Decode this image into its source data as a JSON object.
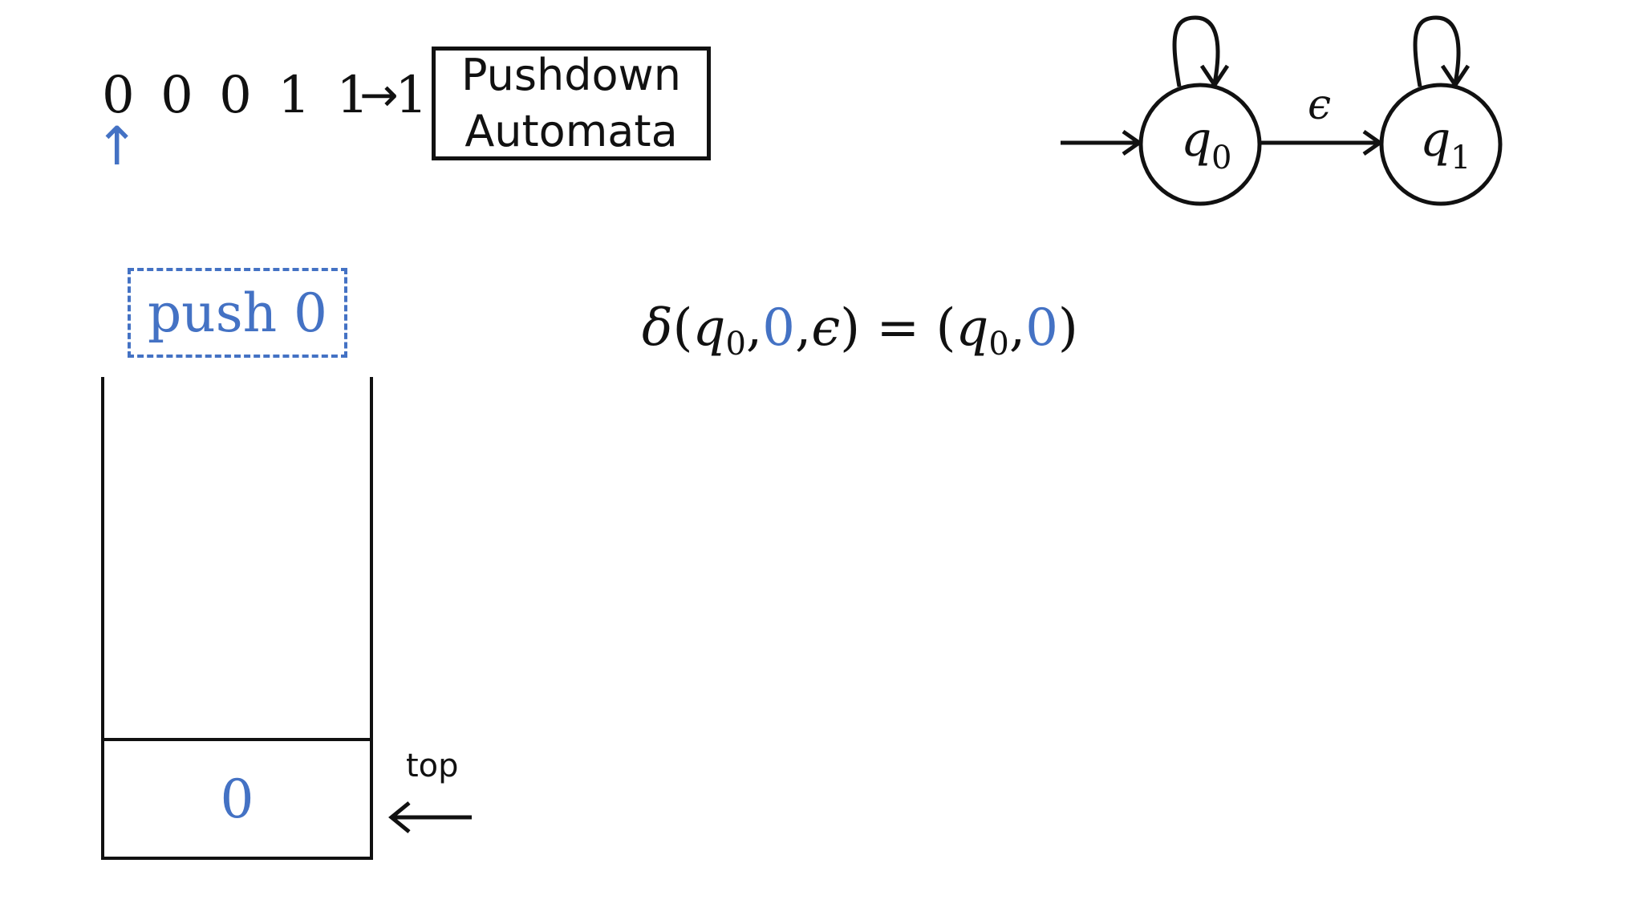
{
  "input": {
    "string": "0 0 0 1 1 1",
    "arrow": "→",
    "head_arrow": "↑"
  },
  "pda_box": {
    "line1": "Pushdown",
    "line2": "Automata"
  },
  "action": {
    "label": "push 0"
  },
  "transition": {
    "delta": "δ",
    "lparen": "(",
    "state": "q",
    "state_sub": "0",
    "comma1": ",",
    "input_symbol": "0",
    "comma2": ",",
    "pop_symbol": "ϵ",
    "rparen": ")",
    "equals": " = ",
    "result_lparen": "(",
    "result_state": "q",
    "result_state_sub": "0",
    "result_comma": ",",
    "push_symbol": "0",
    "result_rparen": ")"
  },
  "stack": {
    "cells": [
      "0"
    ],
    "top_label": "top"
  },
  "automaton": {
    "states": [
      {
        "name": "q",
        "sub": "0",
        "start": true
      },
      {
        "name": "q",
        "sub": "1",
        "start": false
      }
    ],
    "edge_label": "ϵ"
  },
  "colors": {
    "accent": "#4472c4",
    "ink": "#111111"
  }
}
